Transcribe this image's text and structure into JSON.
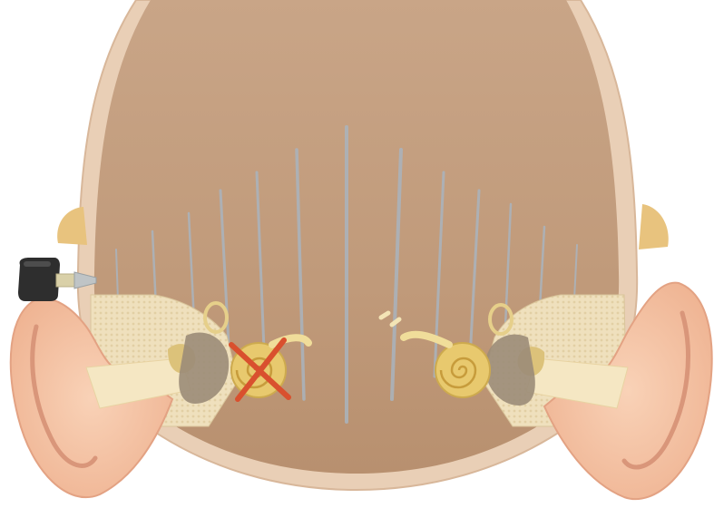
{
  "figure": {
    "subject": "bone-conduction-hearing-cross-section",
    "parts": [
      {
        "name": "skull",
        "icon": "skull-cross-section"
      },
      {
        "name": "bone-anchored-hearing-aid",
        "icon": "hearing-device-icon"
      },
      {
        "name": "left-ear",
        "icon": "ear-icon"
      },
      {
        "name": "right-ear",
        "icon": "ear-icon"
      },
      {
        "name": "left-cochlea",
        "icon": "cochlea-icon",
        "status": "non-functional"
      },
      {
        "name": "right-cochlea",
        "icon": "cochlea-icon",
        "status": "functional"
      },
      {
        "name": "sound-vibration-lines",
        "icon": "vibration-lines-icon"
      },
      {
        "name": "cross-mark",
        "icon": "x-mark-icon"
      }
    ]
  },
  "colors": {
    "skull": "#c7a487",
    "skull_inner": "#ba9373",
    "skull_rim": "#e8cdb3",
    "skin": "#f6c7a9",
    "skin_shadow": "#e6a98a",
    "bone": "#f0e0b0",
    "ear_canal": "#f3e6c0",
    "cochlea": "#e9cc78",
    "vibration": "#a6b1bb",
    "device": "#2b2b2b",
    "device_screw": "#c9c09a",
    "cross": "#d9502e",
    "background": "#ffffff"
  }
}
